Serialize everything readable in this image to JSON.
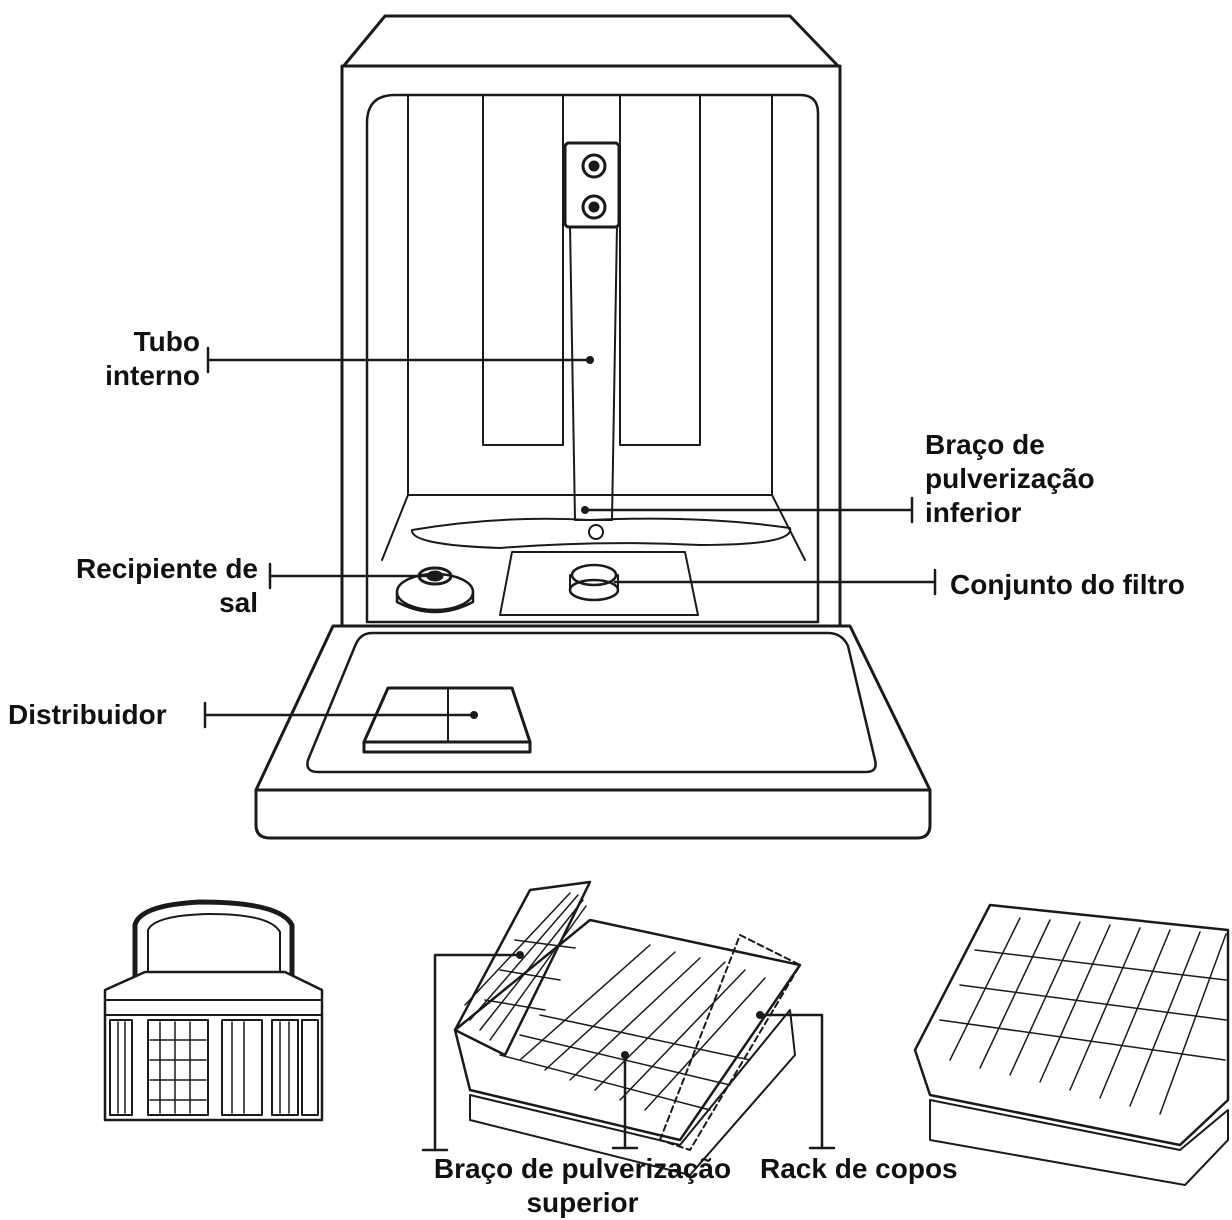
{
  "labels": {
    "tubo_interno": [
      "Tubo",
      "interno"
    ],
    "braco_inferior": [
      "Braço de",
      "pulverização",
      "inferior"
    ],
    "recipiente_sal": [
      "Recipiente de",
      "sal"
    ],
    "conjunto_filtro": "Conjunto do filtro",
    "distribuidor": "Distribuidor",
    "braco_superior": [
      "Braço de pulverização",
      "superior"
    ],
    "rack_copos": "Rack de copos"
  },
  "colors": {
    "line": "#1a1a1a",
    "background": "#ffffff"
  }
}
